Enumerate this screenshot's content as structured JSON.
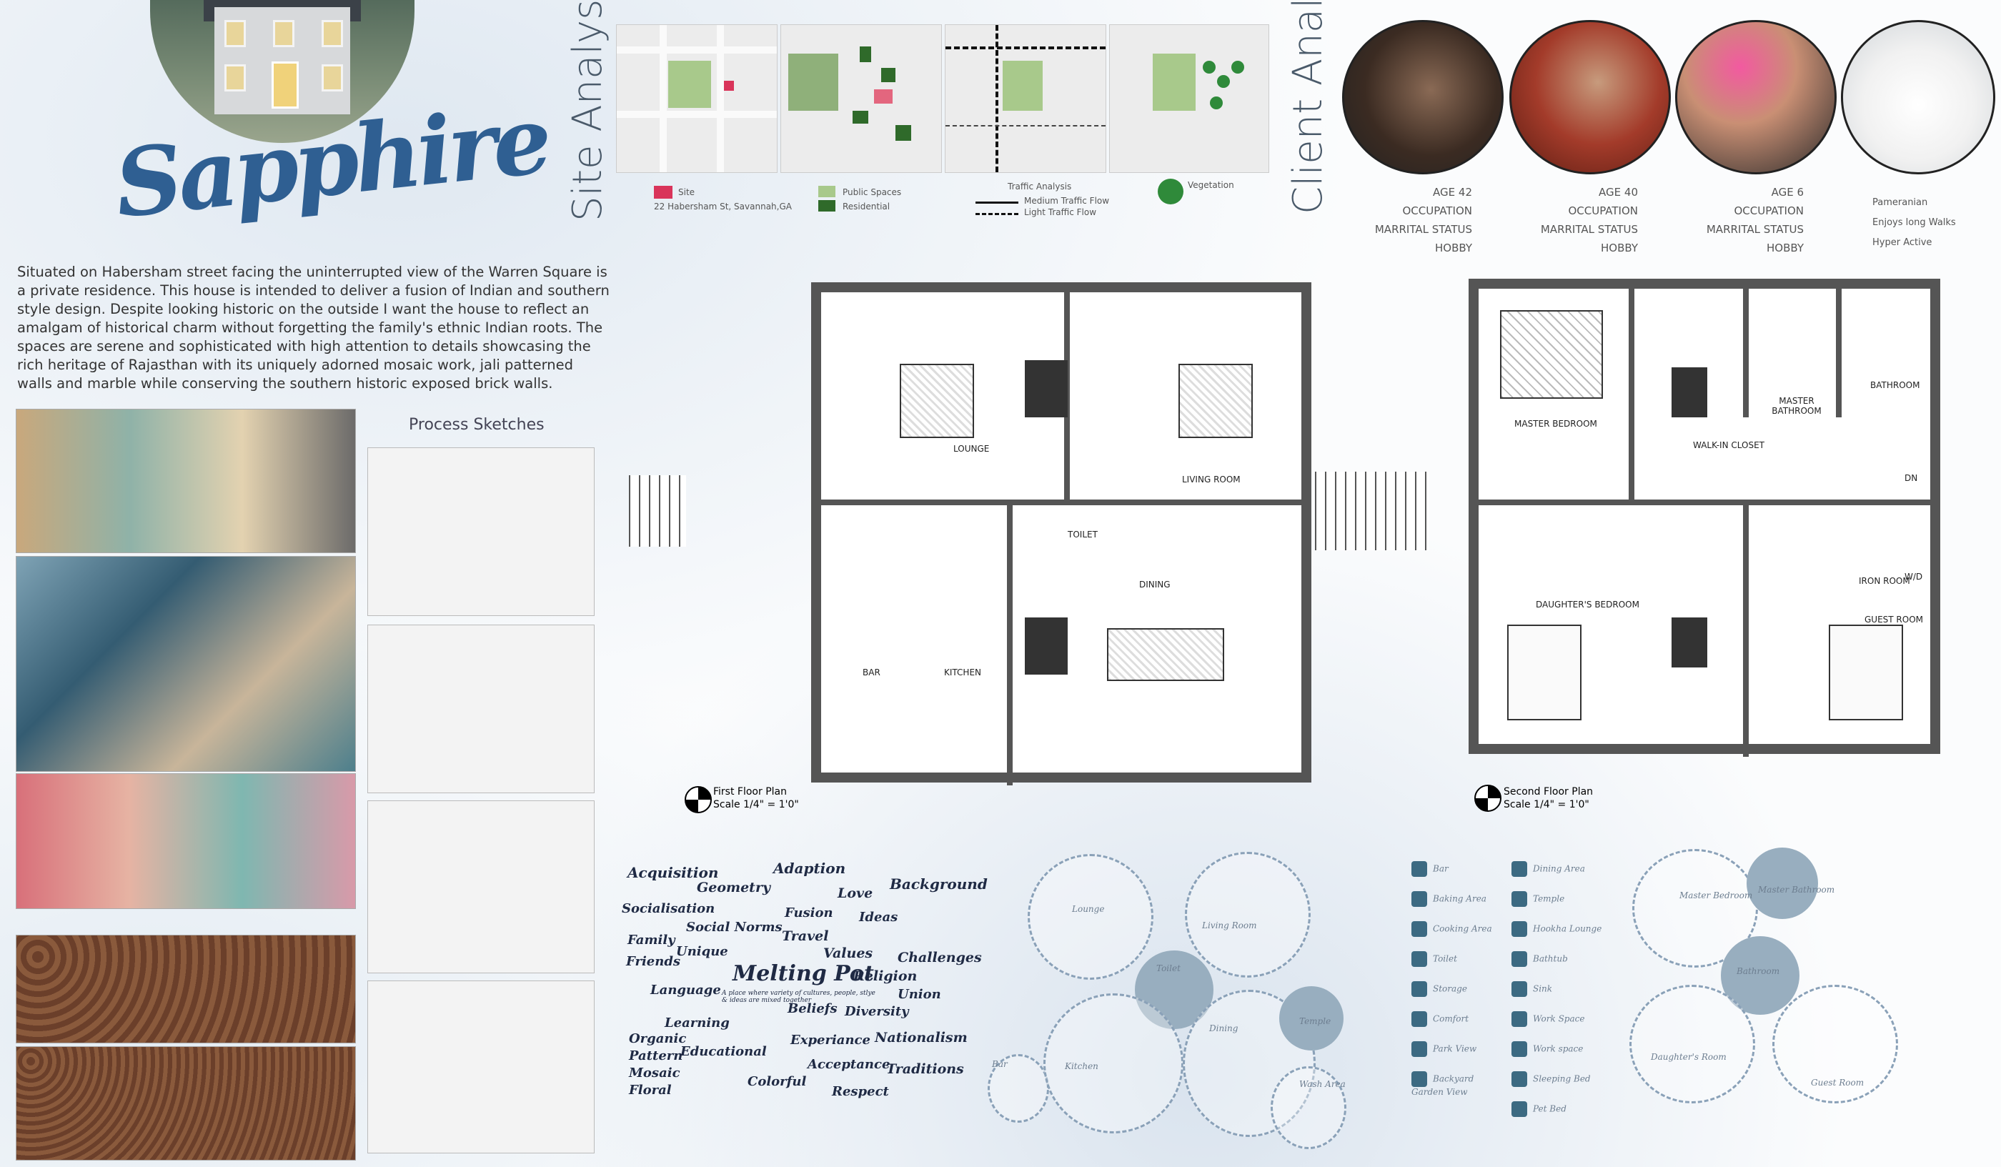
{
  "brand": {
    "name": "Sapphire"
  },
  "description": "Situated on Habersham street facing the uninterrupted view of the Warren Square is a private residence. This house is intended to deliver a fusion of Indian and southern style design. Despite looking historic on the outside I want the house to reflect an amalgam of historical charm without forgetting the family's ethnic Indian roots. The spaces are serene and sophisticated with high attention to details showcasing the rich heritage of Rajasthan with its uniquely adorned mosaic work, jali patterned walls and marble while conserving the southern historic exposed brick walls.",
  "headings": {
    "site_analysis": "Site Analysis",
    "client_analysis": "Client Analysis",
    "process_sketches": "Process Sketches"
  },
  "site_legend": {
    "site": "Site",
    "address": "22 Habersham St, Savannah,GA",
    "public_spaces": "Public Spaces",
    "residential": "Residential",
    "traffic": "Traffic Analysis",
    "medium": "Medium Traffic Flow",
    "light": "Light Traffic Flow",
    "vegetation": "Vegetation"
  },
  "clients": [
    {
      "age": "AGE 42",
      "labels": [
        "OCCUPATION",
        "MARRITAL STATUS",
        "HOBBY"
      ]
    },
    {
      "age": "AGE 40",
      "labels": [
        "OCCUPATION",
        "MARRITAL STATUS",
        "HOBBY"
      ]
    },
    {
      "age": "AGE 6",
      "labels": [
        "OCCUPATION",
        "MARRITAL STATUS",
        "HOBBY"
      ]
    },
    {
      "labels": [
        "Pameranian",
        "Enjoys long Walks",
        "Hyper Active"
      ]
    }
  ],
  "first_floor": {
    "rooms": [
      "LOUNGE",
      "LIVING ROOM",
      "TOILET",
      "DINING",
      "BAR",
      "KITCHEN"
    ],
    "title": "First Floor Plan",
    "scale": "Scale 1/4\" = 1'0\""
  },
  "second_floor": {
    "rooms": [
      "MASTER BEDROOM",
      "MASTER BATHROOM",
      "BATHROOM",
      "WALK-IN CLOSET",
      "DN",
      "IRON ROOM",
      "W/D",
      "DAUGHTER'S BEDROOM",
      "GUEST ROOM"
    ],
    "title": "Second Floor Plan",
    "scale": "Scale 1/4\" = 1'0\""
  },
  "word_cloud": {
    "center": "Melting Pot",
    "center_sub": "A place where variety of cultures, people, stlye & ideas are mixed together",
    "words": [
      "Acquisition",
      "Adaption",
      "Geometry",
      "Love",
      "Background",
      "Socialisation",
      "Fusion",
      "Ideas",
      "Social Norms",
      "Family",
      "Travel",
      "Unique",
      "Values",
      "Challenges",
      "Friends",
      "Religion",
      "Language",
      "Union",
      "Beliefs",
      "Diversity",
      "Learning",
      "Organic",
      "Experiance",
      "Nationalism",
      "Pattern",
      "Educational",
      "Acceptance",
      "Traditions",
      "Mosaic",
      "Colorful",
      "Floral",
      "Respect"
    ]
  },
  "bubble_diagram_1": {
    "labels": [
      "Lounge",
      "Living Room",
      "Toilet",
      "Bar",
      "Kitchen",
      "Dining",
      "Temple",
      "Wash Area"
    ]
  },
  "icon_legend": {
    "left": [
      "Bar",
      "Baking Area",
      "Cooking Area",
      "Toilet",
      "Storage",
      "Comfort",
      "Park View",
      "Backyard Garden View"
    ],
    "right": [
      "Dining Area",
      "Temple",
      "Hookha Lounge",
      "Bathtub",
      "Sink",
      "Work Space",
      "Work space",
      "Sleeping Bed",
      "Pet Bed"
    ]
  },
  "bubble_diagram_2": {
    "labels": [
      "Master Bedroom",
      "Master Bathroom",
      "Bathroom",
      "Daughter's Room",
      "Guest Room"
    ]
  },
  "colors": {
    "accent": "#2f5f92",
    "ink": "#1f2a44",
    "bubble": "#98aebf",
    "site": "#d9345a",
    "green": "#2f6a2a"
  }
}
